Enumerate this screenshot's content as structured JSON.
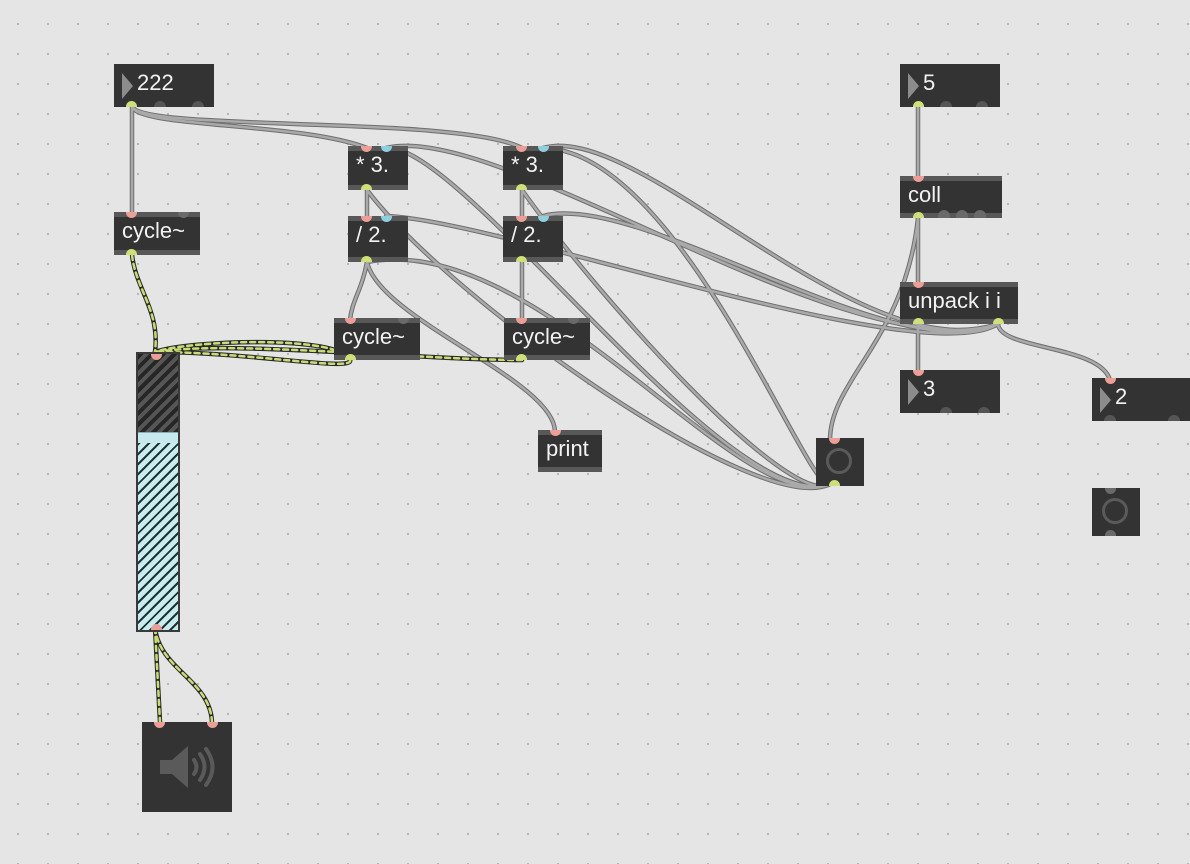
{
  "patcher": {
    "number_222": "222",
    "number_5": "5",
    "number_3": "3",
    "number_2": "2",
    "cycle_left": "cycle~",
    "mul_1": "* 3.",
    "mul_2": "* 3.",
    "div_1": "/ 2.",
    "div_2": "/ 2.",
    "cycle_mid": "cycle~",
    "cycle_right": "cycle~",
    "print": "print",
    "coll": "coll",
    "unpack": "unpack i i"
  },
  "icons": {
    "speaker": "speaker-icon",
    "bang": "bang-circle-icon",
    "number_arrow": "triangle-right-icon"
  },
  "colors": {
    "canvas": "#e5e5e5",
    "object_fill": "#333333",
    "object_text": "#f2f2f2",
    "control_cord": "#a9a9a9",
    "signal_cord_dash": "#c7dd74",
    "inlet": "#ec9f97",
    "cold_inlet": "#8fd0df",
    "outlet": "#cfe07a"
  }
}
